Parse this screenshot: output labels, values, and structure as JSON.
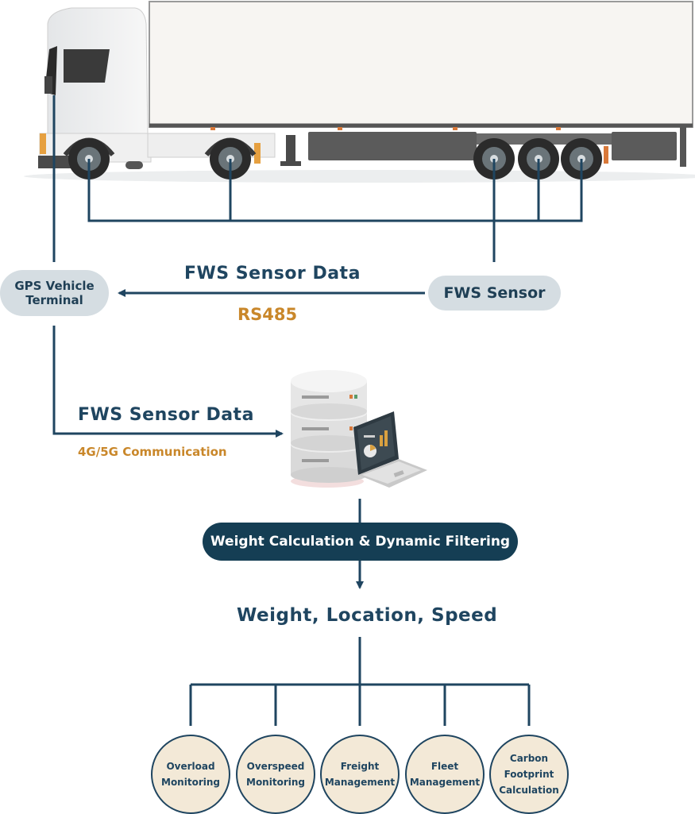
{
  "colors": {
    "line": "#1f4560",
    "orange": "#c9872a",
    "pill_gray": "#d5dde2",
    "pill_dark": "#153e54",
    "circle_fill": "#f3e9d7"
  },
  "nodes": {
    "gps_terminal": "GPS Vehicle\nTerminal",
    "fws_sensor": "FWS Sensor",
    "processing": "Weight Calculation & Dynamic Filtering"
  },
  "links": {
    "sensor_to_gps_data": "FWS Sensor Data",
    "sensor_to_gps_protocol": "RS485",
    "gps_to_server_data": "FWS Sensor Data",
    "gps_to_server_protocol": "4G/5G Communication"
  },
  "output": "Weight, Location, Speed",
  "applications": [
    "Overload\nMonitoring",
    "Overspeed\nMonitoring",
    "Freight\nManagement",
    "Fleet\nManagement",
    "Carbon\nFootprint\nCalculation"
  ],
  "icons": {
    "truck": "semi-truck-illustration",
    "server": "database-server-icon",
    "laptop": "laptop-dashboard-icon"
  }
}
